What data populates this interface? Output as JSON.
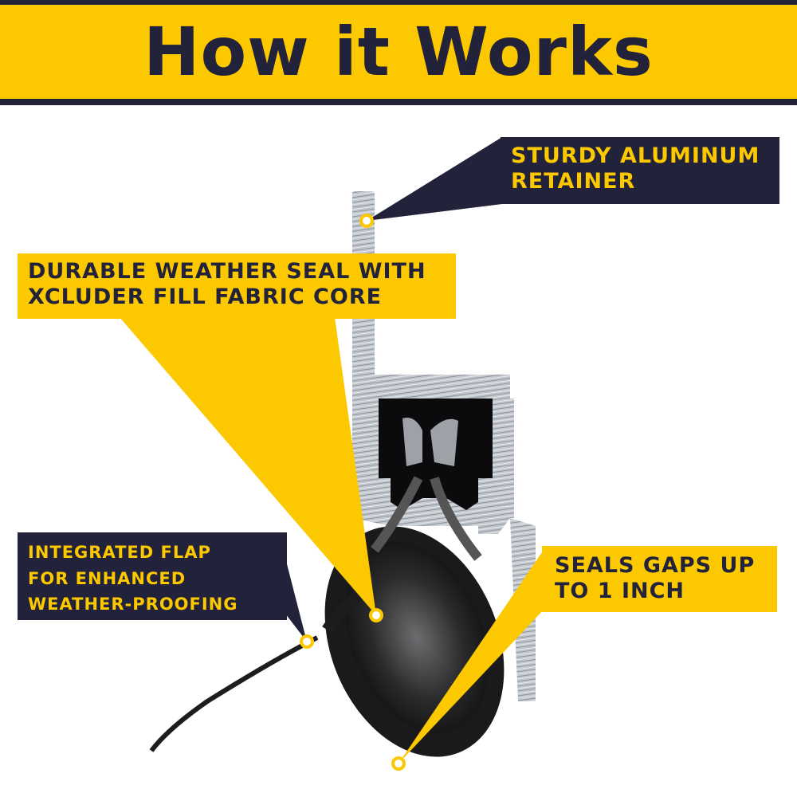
{
  "header": {
    "title": "How it Works"
  },
  "colors": {
    "yellow": "#fcc800",
    "navy": "#22223a",
    "aluminum": "#b9bec5"
  },
  "callouts": [
    {
      "id": "retainer",
      "lines": [
        "STURDY ALUMINUM",
        "RETAINER"
      ]
    },
    {
      "id": "seal",
      "lines": [
        "DURABLE WEATHER SEAL WITH",
        "XCLUDER FILL FABRIC CORE"
      ]
    },
    {
      "id": "flap",
      "lines": [
        "INTEGRATED FLAP",
        "FOR ENHANCED",
        "WEATHER-PROOFING"
      ]
    },
    {
      "id": "gaps",
      "lines": [
        "SEALS GAPS UP",
        "TO 1 INCH"
      ]
    }
  ]
}
